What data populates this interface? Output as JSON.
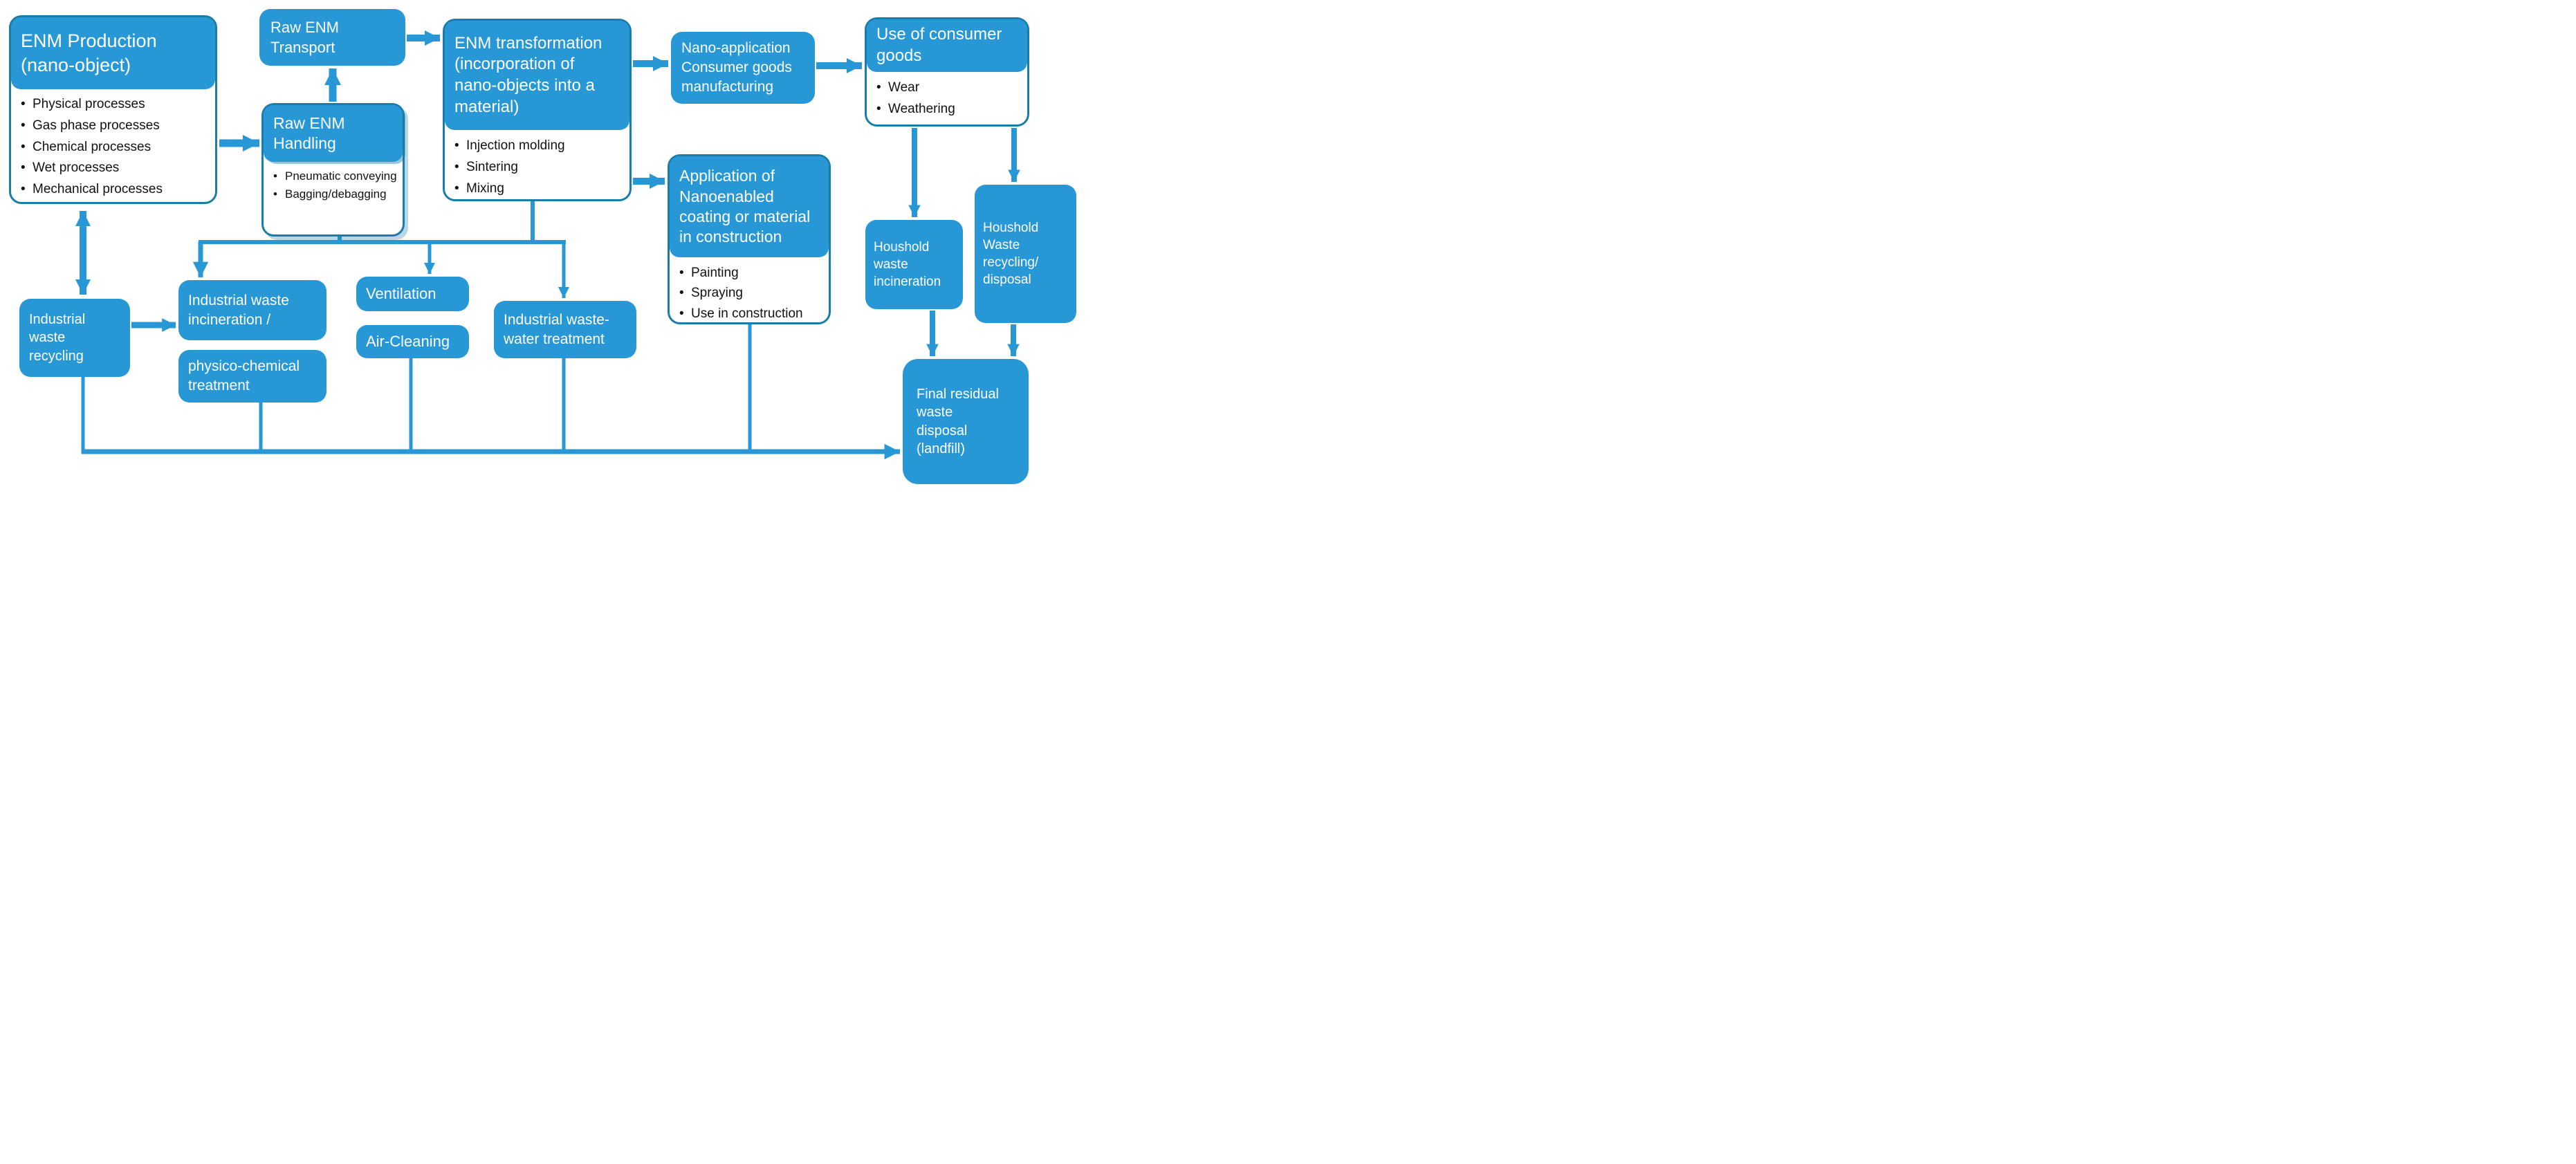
{
  "colors": {
    "accent": "#2798D5",
    "outline": "#1A7CA8",
    "bullet_text": "#111111",
    "header_text": "#FFFFFF",
    "background": "#FFFFFF"
  },
  "nodes": {
    "enm_production": {
      "title": "ENM Production (nano-object)",
      "bullets": [
        "Physical processes",
        "Gas phase processes",
        "Chemical processes",
        "Wet processes",
        "Mechanical processes"
      ]
    },
    "raw_enm_transport": {
      "title": "Raw ENM Transport"
    },
    "raw_enm_handling": {
      "title": "Raw ENM Handling",
      "bullets": [
        "Pneumatic conveying",
        "Bagging/debagging"
      ]
    },
    "enm_transformation": {
      "title": "ENM transformation (incorporation of nano-objects into a material)",
      "bullets": [
        "Injection molding",
        "Sintering",
        "Mixing"
      ]
    },
    "nano_application": {
      "title": "Nano-application Consumer goods manufacturing"
    },
    "use_of_consumer_goods": {
      "title": "Use of consumer goods",
      "bullets": [
        "Wear",
        "Weathering"
      ]
    },
    "application_nanoenabled": {
      "title": "Application of Nanoenabled coating or material in construction",
      "bullets": [
        "Painting",
        "Spraying",
        "Use in construction"
      ]
    },
    "industrial_waste_recycling": {
      "title": "Industrial waste recycling"
    },
    "industrial_waste_incineration": {
      "title": "Industrial waste incineration /"
    },
    "physico_chemical_treatment": {
      "title": "physico-chemical treatment"
    },
    "ventilation": {
      "title": "Ventilation"
    },
    "air_cleaning": {
      "title": "Air-Cleaning"
    },
    "industrial_waste_water_treatment": {
      "title": "Industrial waste-water treatment"
    },
    "houshold_waste_incineration": {
      "title": "Houshold waste incineration"
    },
    "houshold_waste_recycling": {
      "title": "Houshold Waste recycling/ disposal"
    },
    "final_residual_waste_disposal": {
      "title": "Final residual waste disposal (landfill)"
    }
  }
}
